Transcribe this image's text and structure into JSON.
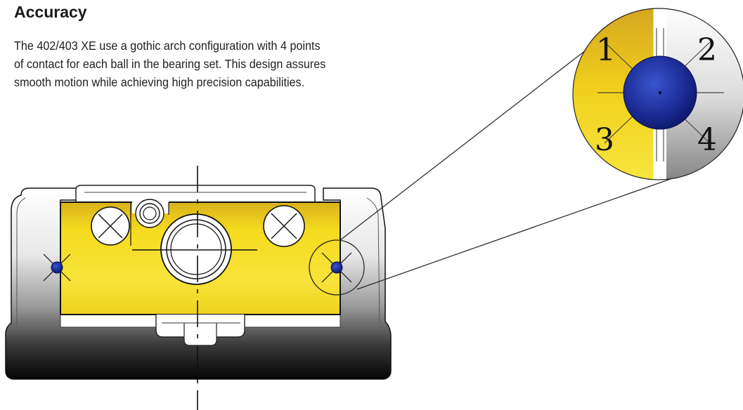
{
  "heading": "Accuracy",
  "paragraph_lines": [
    "The 402/403 XE use a gothic arch configuration with 4 points",
    "of contact for each ball in the bearing set. This design assures",
    "smooth motion while achieving high precision capabilities."
  ],
  "contact_points": {
    "p1": "1",
    "p2": "2",
    "p3": "3",
    "p4": "4"
  },
  "colors": {
    "carriage_yellow": "#f2dc1e",
    "ball_blue": "#1a2f9c",
    "rail_gray": "#8a8a8a",
    "rail_dark": "#111111",
    "text": "#222222"
  }
}
